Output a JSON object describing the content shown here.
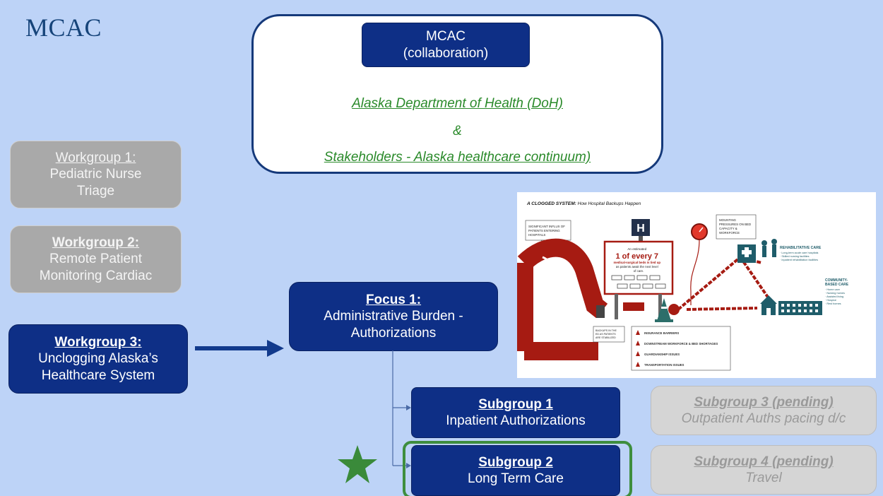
{
  "slide_title": "MCAC",
  "collaboration": {
    "title": "MCAC",
    "subtitle": "(collaboration)",
    "link1": "Alaska Department of Health (DoH)",
    "amp": "&",
    "link2": "Stakeholders - Alaska healthcare continuum)"
  },
  "workgroups": [
    {
      "title": "Workgroup 1:",
      "lines": [
        "Pediatric Nurse",
        "Triage"
      ]
    },
    {
      "title": "Workgroup 2:",
      "lines": [
        "Remote Patient",
        "Monitoring Cardiac"
      ]
    },
    {
      "title": "Workgroup 3:",
      "lines": [
        "Unclogging Alaska’s",
        "Healthcare System"
      ]
    }
  ],
  "focus": {
    "title": "Focus 1:",
    "lines": [
      "Administrative Burden -",
      "Authorizations"
    ]
  },
  "subgroups": [
    {
      "title": "Subgroup 1",
      "line": "Inpatient Authorizations"
    },
    {
      "title": "Subgroup 2",
      "line": "Long Term Care"
    },
    {
      "title": "Subgroup 3 (pending)",
      "line": "Outpatient Auths pacing d/c"
    },
    {
      "title": "Subgroup 4 (pending)",
      "line": "Travel"
    }
  ],
  "infographic": {
    "heading_bold": "A CLOGGED SYSTEM:",
    "heading_rest": " How Hospital Backups Happen",
    "callout_influx": [
      "SIGNIFICANT INFLUX OF",
      "PATIENTS ENTERING",
      "HOSPITALS"
    ],
    "callout_pressure": [
      "MOUNTING",
      "PRESSURES ON BED",
      "CAPACITY &",
      "WORKFORCE"
    ],
    "hospital_letter": "H",
    "estimate_pre": "An estimated",
    "estimate_big": "1 of every 7",
    "estimate_red": [
      "medical-surgical beds is tied up"
    ],
    "estimate_post": [
      "as patients await the next level",
      "of care."
    ],
    "rehab_title": "REHABILITATIVE CARE",
    "rehab_items": [
      "· Long-term acute care hospitals",
      "· Skilled nursing facilities",
      "· Inpatient rehabilitation facilities"
    ],
    "community_title": [
      "COMMUNITY-",
      "BASED CARE"
    ],
    "community_items": [
      "· Home care",
      "· Nursing homes",
      "· Assisted living",
      "· Hospice",
      "· Rest homes"
    ],
    "backups_note": [
      "BACKUPS IN THE",
      "ED AS PATIENTS",
      "ARE STABILIZED"
    ],
    "barriers": [
      "INSURANCE BARRIERS",
      "DOWNSTREAM WORKFORCE & BED SHORTAGES",
      "GUARDIANSHIP ISSUES",
      "TRANSPORTATION ISSUES"
    ]
  },
  "colors": {
    "background": "#bdd3f7",
    "dark_box": "#0e2f86",
    "grey_box": "#a9a9a9",
    "pending_box": "#d5d5d5",
    "link_green": "#2a8a2a",
    "star_green": "#3a8a3a",
    "clog_red": "#a61b12"
  }
}
